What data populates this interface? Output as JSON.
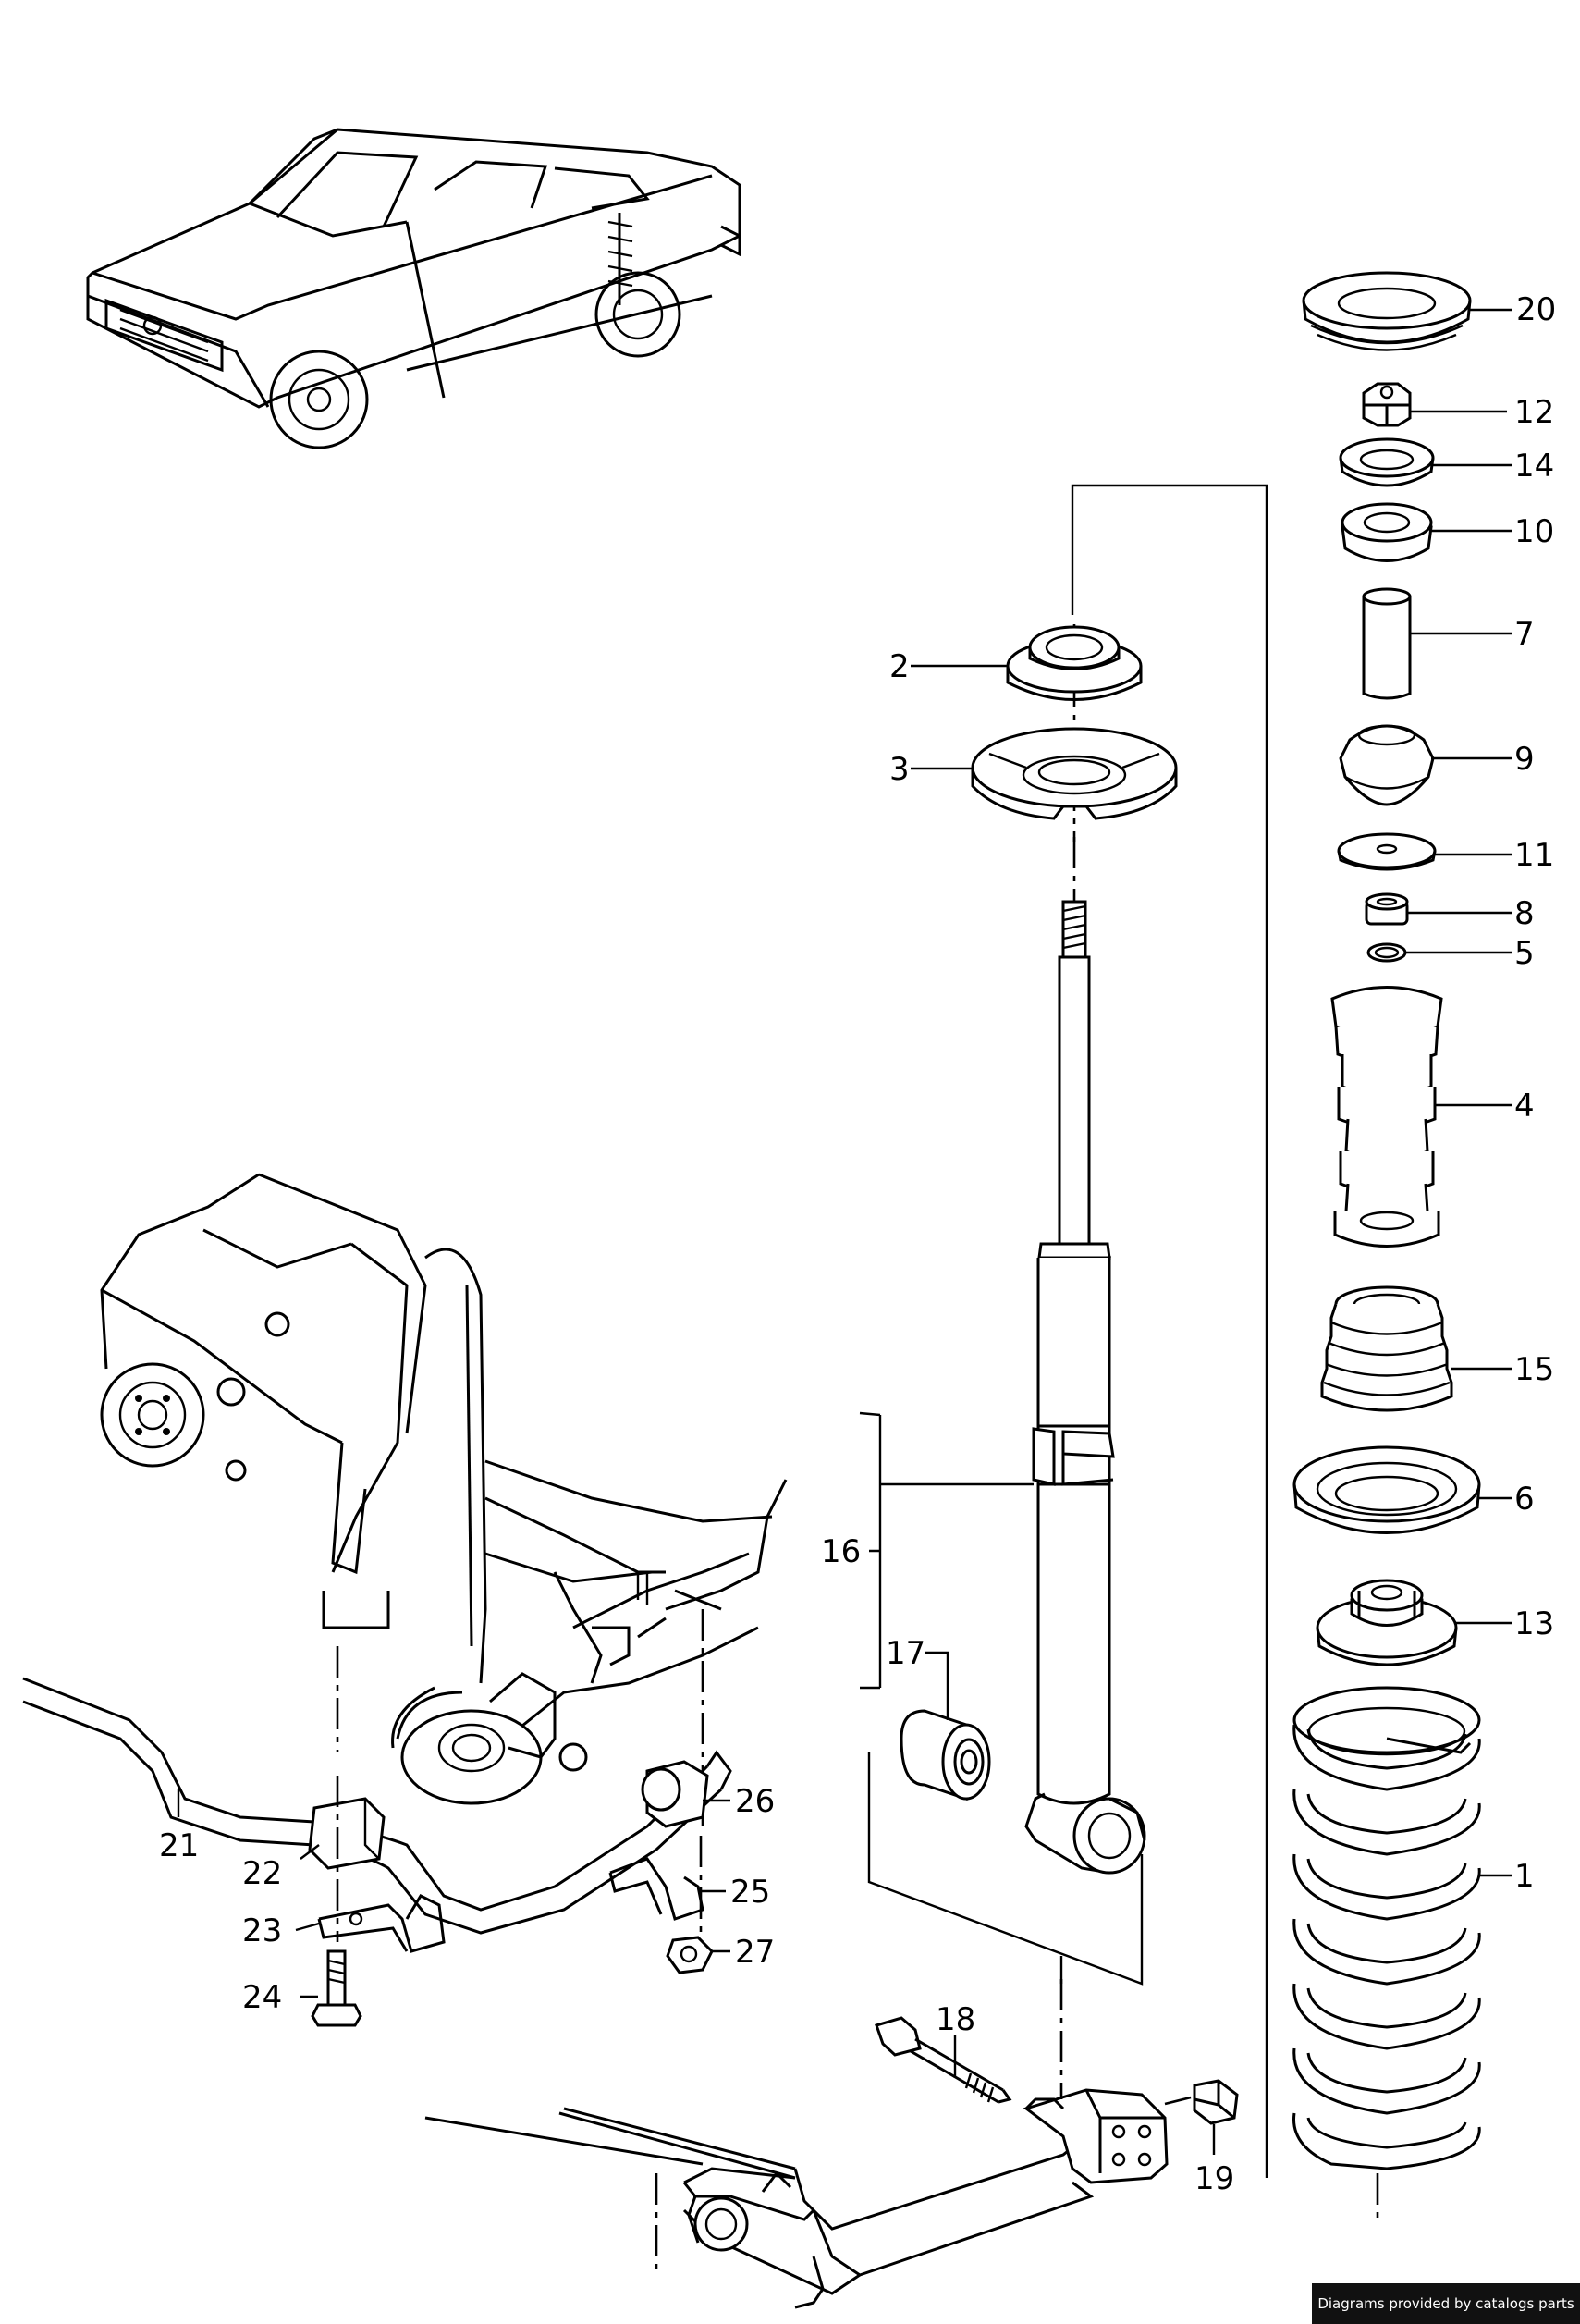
{
  "diagram": {
    "callouts": {
      "c1": "1",
      "c2": "2",
      "c3": "3",
      "c4": "4",
      "c5": "5",
      "c6": "6",
      "c7": "7",
      "c8": "8",
      "c9": "9",
      "c10": "10",
      "c11": "11",
      "c12": "12",
      "c13": "13",
      "c14": "14",
      "c15": "15",
      "c16": "16",
      "c17": "17",
      "c18": "18",
      "c19": "19",
      "c20": "20",
      "c21": "21",
      "c22": "22",
      "c23": "23",
      "c24": "24",
      "c25": "25",
      "c26": "26",
      "c27": "27"
    }
  },
  "footer": {
    "credit": "Diagrams provided by catalogs parts"
  }
}
